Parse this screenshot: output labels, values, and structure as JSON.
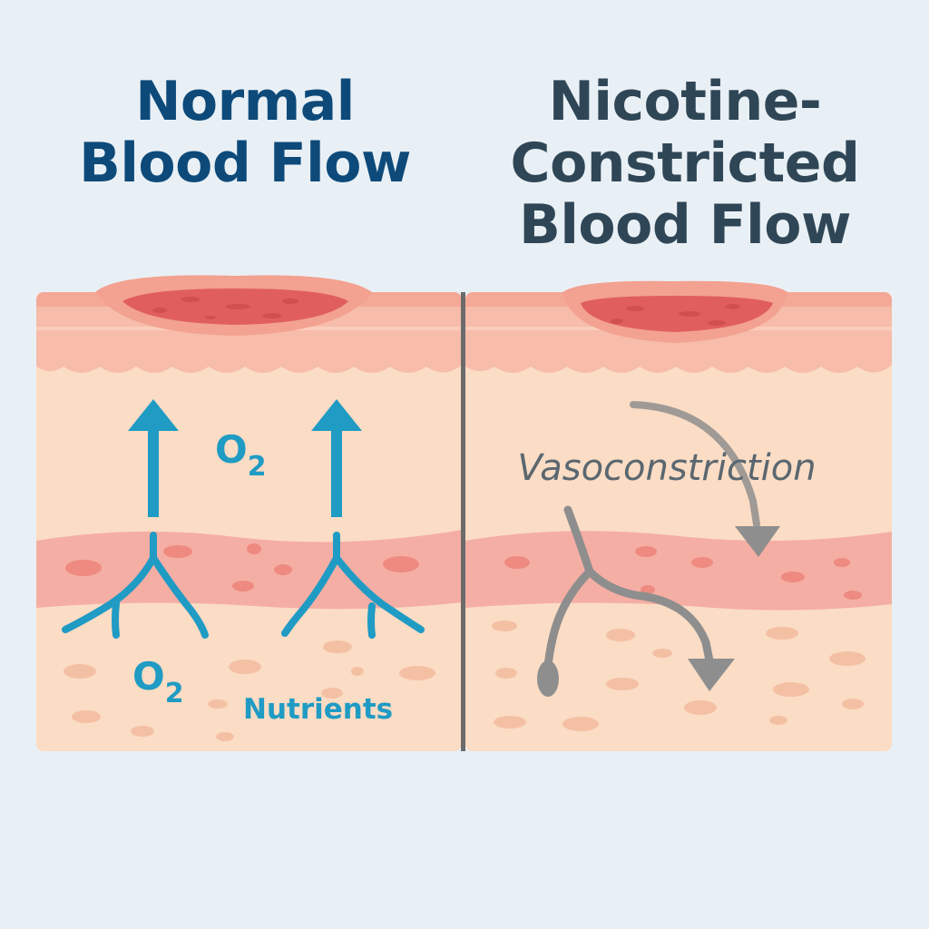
{
  "left_panel": {
    "title_lines": [
      "Normal",
      "Blood Flow"
    ],
    "label_o2_upper": "O",
    "label_o2_upper_sub": "2",
    "label_o2_lower": "O",
    "label_o2_lower_sub": "2",
    "label_nutrients": "Nutrients"
  },
  "right_panel": {
    "title_lines": [
      "Nicotine-",
      "Constricted",
      "Blood Flow"
    ],
    "label_vasoconstriction": "Vasoconstriction"
  },
  "colors": {
    "background": "#e9f0f5",
    "epidermis": "#f7bcaa",
    "dermis": "#fbdcc4",
    "vessel_layer": "#f5aea4",
    "wound": "#e05f5c",
    "healthy_flow": "#1f9bc4",
    "restricted_flow": "#8e8e8e",
    "title_left": "#0d4a7a",
    "title_right": "#2f4656"
  }
}
